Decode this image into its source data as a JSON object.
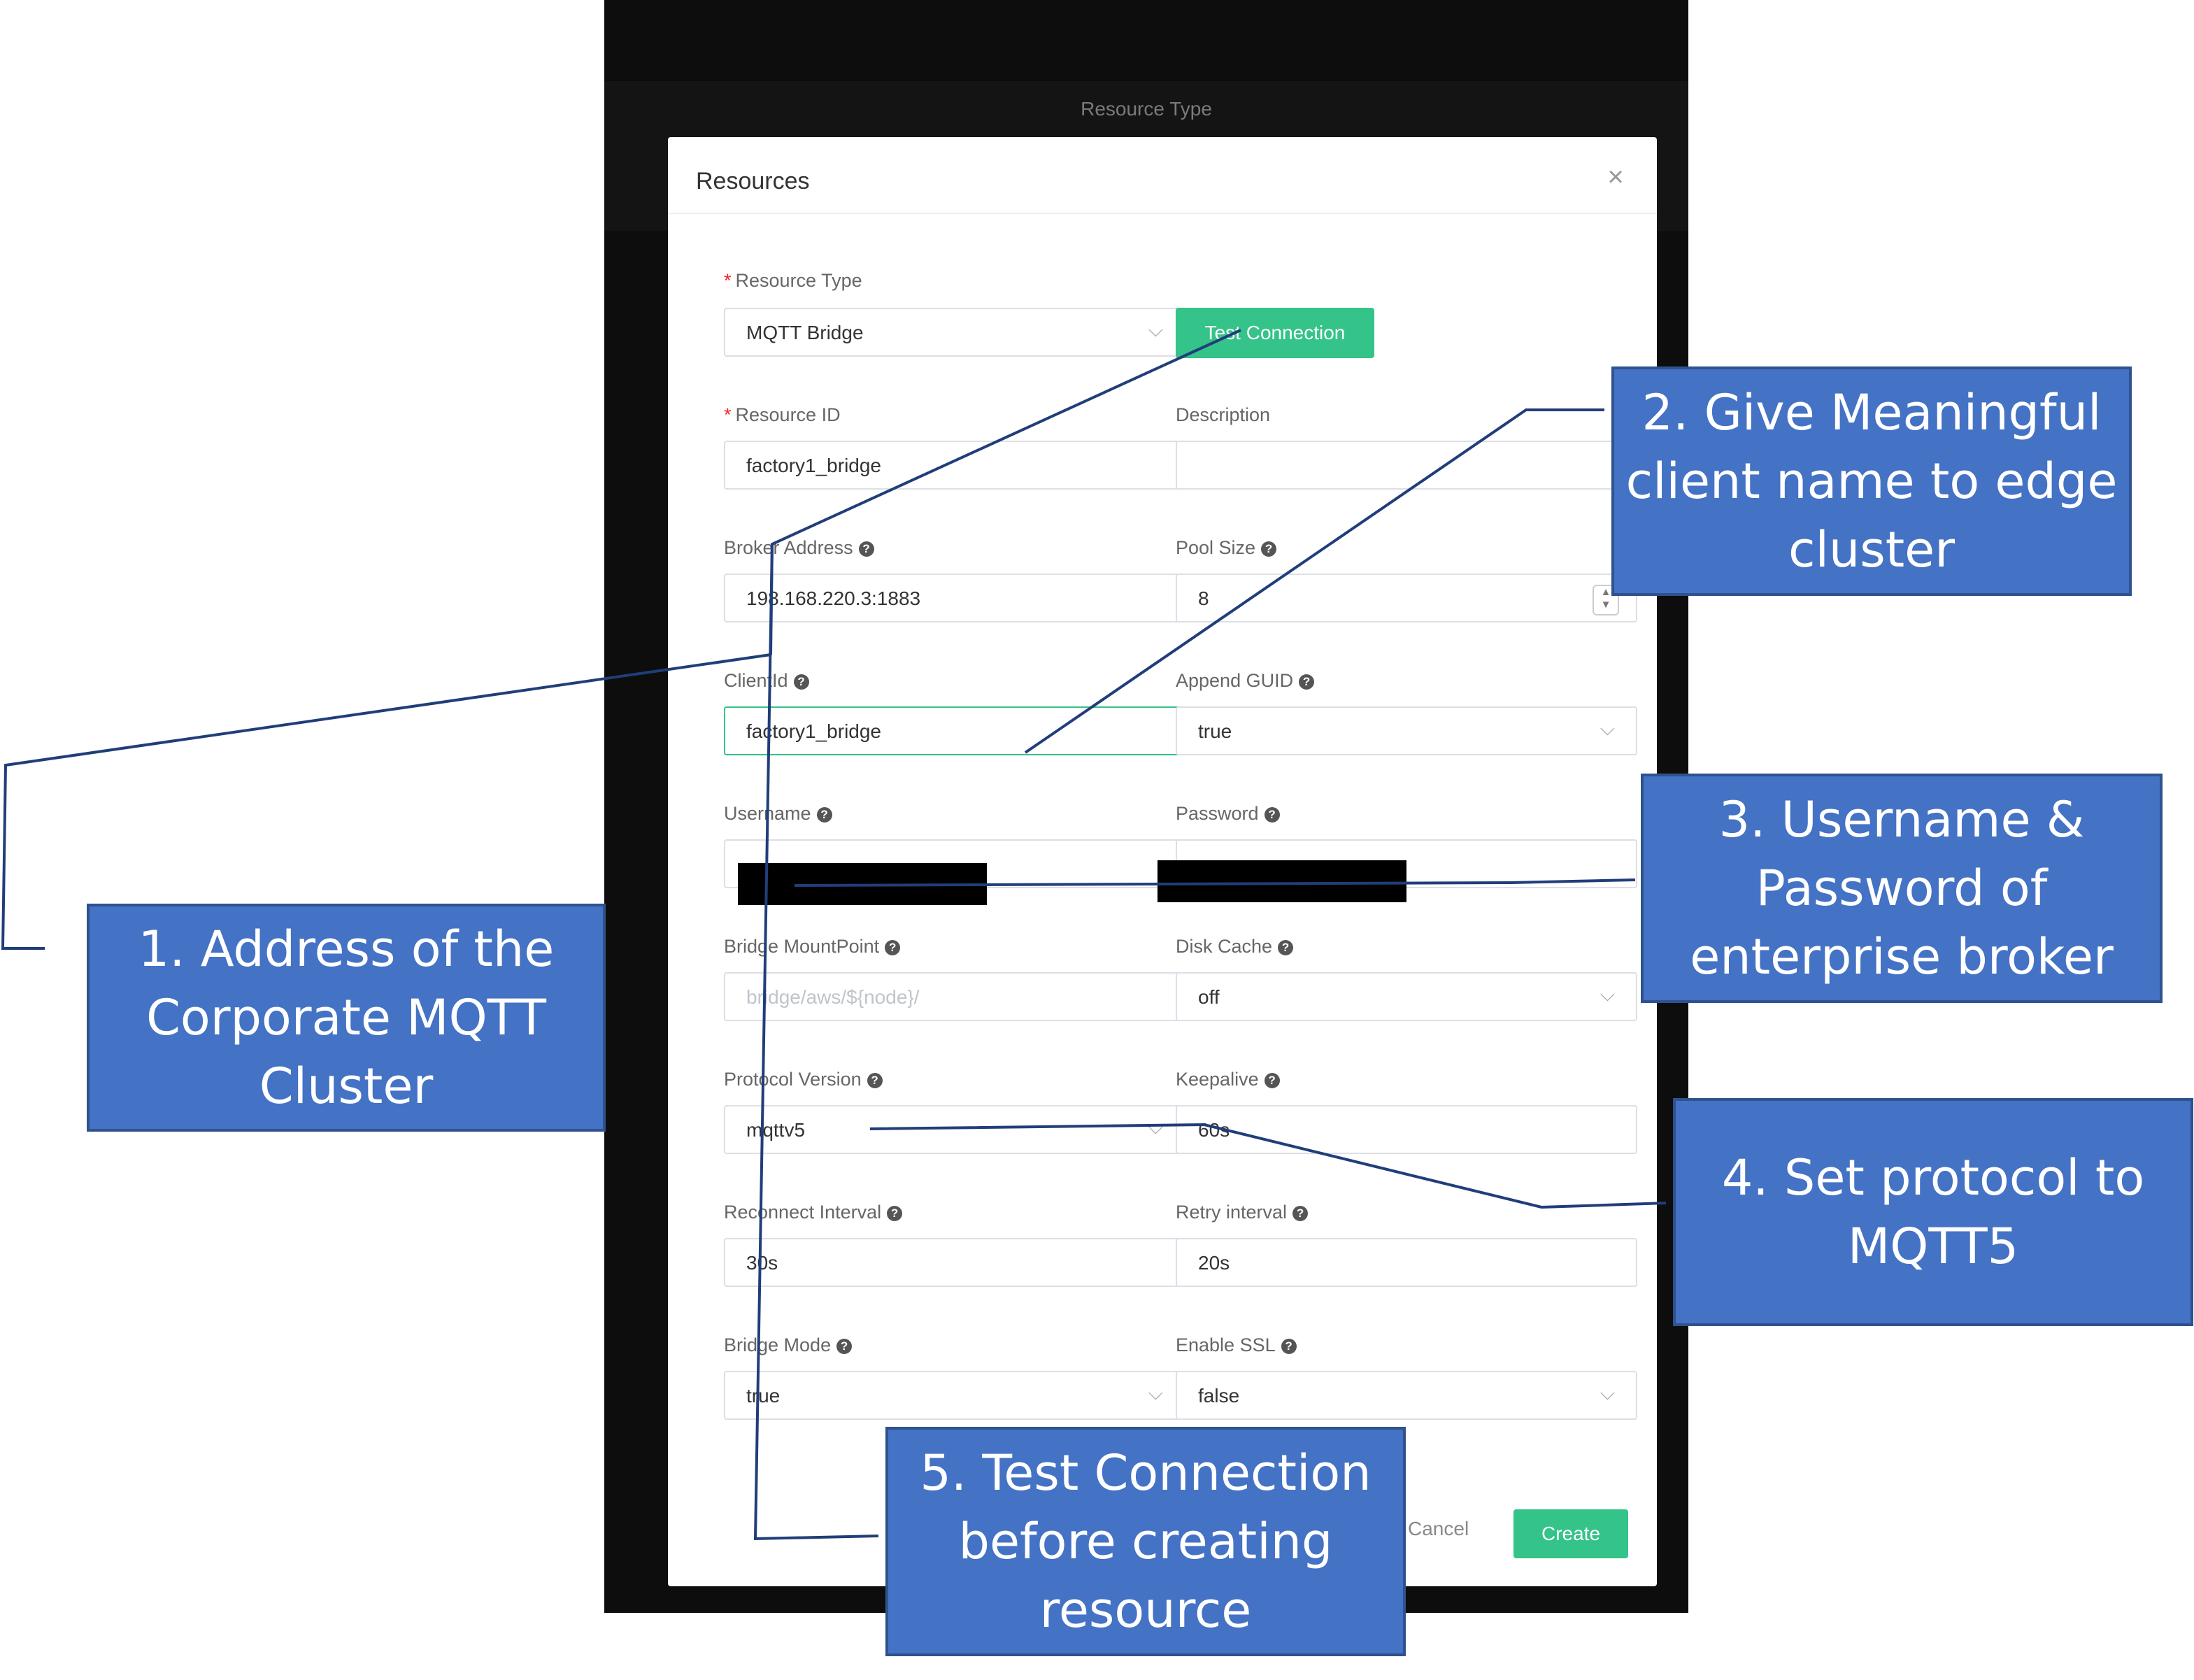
{
  "backdrop": {
    "title": "Resource Type"
  },
  "modal": {
    "title": "Resources",
    "close_icon": "close-icon",
    "fields": {
      "resource_type": {
        "label": "Resource Type",
        "value": "MQTT Bridge"
      },
      "test_connection_label": "Test Connection",
      "resource_id": {
        "label": "Resource ID",
        "value": "factory1_bridge"
      },
      "description": {
        "label": "Description",
        "value": ""
      },
      "broker_address": {
        "label": "Broker Address",
        "value": "198.168.220.3:1883"
      },
      "pool_size": {
        "label": "Pool Size",
        "value": "8"
      },
      "client_id": {
        "label": "ClientId",
        "value": "factory1_bridge"
      },
      "append_guid": {
        "label": "Append GUID",
        "value": "true"
      },
      "username": {
        "label": "Username"
      },
      "password": {
        "label": "Password"
      },
      "bridge_mountpoint": {
        "label": "Bridge MountPoint",
        "placeholder": "bridge/aws/${node}/"
      },
      "disk_cache": {
        "label": "Disk Cache",
        "value": "off"
      },
      "protocol_version": {
        "label": "Protocol Version",
        "value": "mqttv5"
      },
      "keepalive": {
        "label": "Keepalive",
        "value": "60s"
      },
      "reconnect_interval": {
        "label": "Reconnect Interval",
        "value": "30s"
      },
      "retry_interval": {
        "label": "Retry interval",
        "value": "20s"
      },
      "bridge_mode": {
        "label": "Bridge Mode",
        "value": "true"
      },
      "enable_ssl": {
        "label": "Enable SSL",
        "value": "false"
      }
    },
    "footer": {
      "cancel_label": "Cancel",
      "create_label": "Create"
    }
  },
  "callouts": {
    "c1": "1. Address of the\nCorporate MQTT\nCluster",
    "c2": "2. Give Meaningful\nclient name to edge\ncluster",
    "c3": "3. Username &\nPassword of\nenterprise broker",
    "c4": "4. Set protocol to\nMQTT5",
    "c5": "5. Test Connection\nbefore creating\nresource"
  },
  "colors": {
    "accent_green": "#34c388",
    "callout_fill": "#4472c4",
    "callout_border": "#2f528f",
    "leader_line": "#203e7a"
  }
}
